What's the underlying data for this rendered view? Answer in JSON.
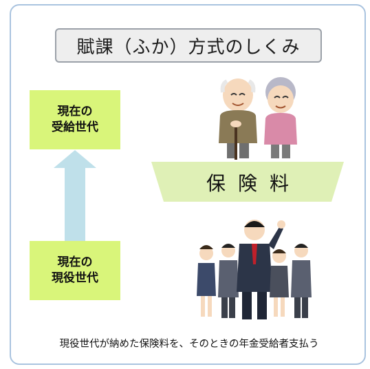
{
  "title": "賦課（ふか）方式のしくみ",
  "current_generation": "現在の\n受給世代",
  "working_generation": "現在の\n現役世代",
  "premium_label": "保険料",
  "caption": "現役世代が納めた保険料を、そのときの年金受給者支払う",
  "colors": {
    "frame_border": "#a9c3df",
    "generation_box": "#d9f57a",
    "arrow": "#bfe0ea",
    "premium_band": "#dff0b6"
  },
  "icons": {
    "elders": "elderly-couple-illustration",
    "workers": "working-generation-group-illustration"
  }
}
